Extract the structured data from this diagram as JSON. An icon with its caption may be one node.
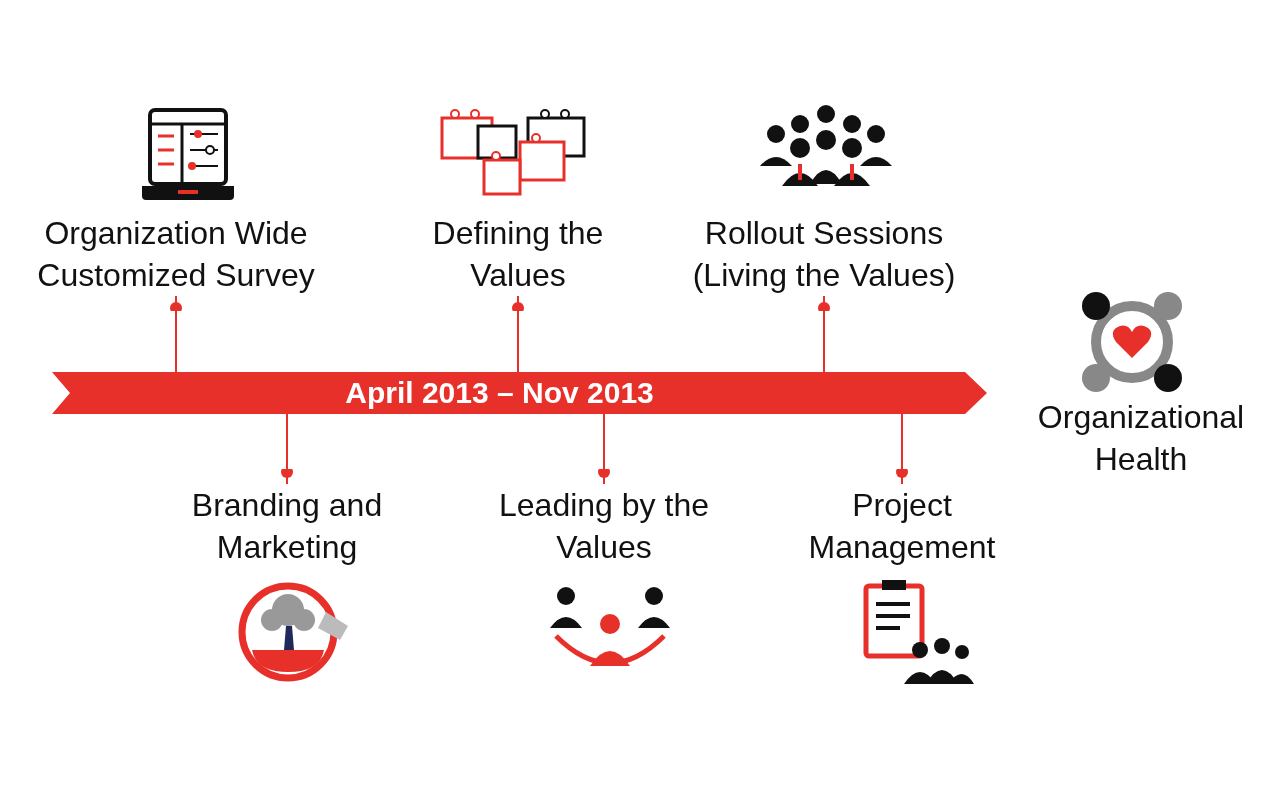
{
  "diagram": {
    "nodes": [
      {
        "text": [
          "Organization Wide Customized Survey"
        ]
      },
      {
        "text": [
          "Defining the Values"
        ]
      },
      {
        "text": [
          "Rollout Sessions (Living the Values)"
        ]
      },
      {
        "text": [
          "April 2013 – Nov 2013"
        ]
      },
      {
        "text": [
          "Organizational Health"
        ]
      },
      {
        "text": [
          "Branding and Marketing"
        ]
      },
      {
        "text": [
          "Leading by the Values"
        ]
      },
      {
        "text": [
          "Project Management"
        ]
      }
    ],
    "edges": [
      {
        "from": 0,
        "to": 3,
        "arrow": "other"
      },
      {
        "from": 1,
        "to": 3,
        "arrow": "other"
      },
      {
        "from": 2,
        "to": 3,
        "arrow": "other"
      },
      {
        "from": 5,
        "to": 3,
        "arrow": "other"
      },
      {
        "from": 6,
        "to": 3,
        "arrow": "other"
      },
      {
        "from": 7,
        "to": 3,
        "arrow": "other"
      }
    ]
  }
}
